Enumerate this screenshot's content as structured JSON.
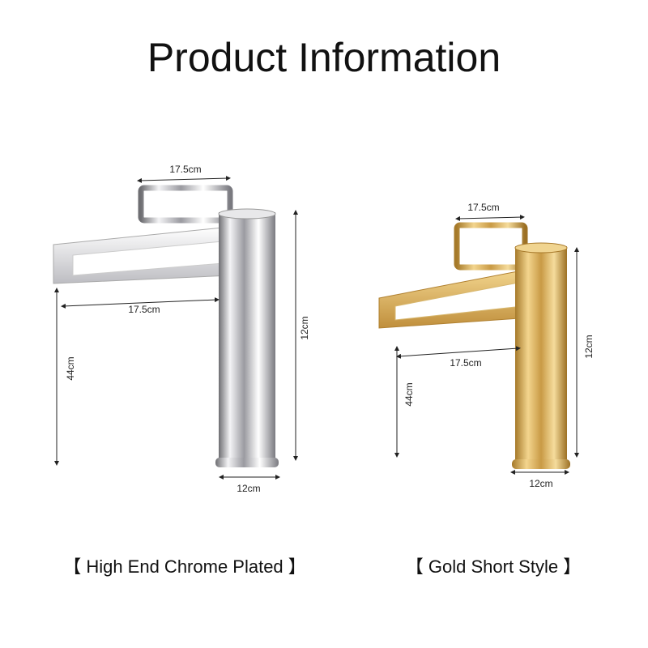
{
  "title": "Product Information",
  "products": [
    {
      "caption": "【 High End Chrome Plated 】",
      "finish_color": "#c8c8cc",
      "dimensions": {
        "handle_width": "17.5cm",
        "spout_length": "17.5cm",
        "total_height": "44cm",
        "body_height": "12cm",
        "base_width": "12cm"
      }
    },
    {
      "caption": "【 Gold Short Style 】",
      "finish_color": "#d4a84a",
      "dimensions": {
        "handle_width": "17.5cm",
        "spout_length": "17.5cm",
        "total_height": "44cm",
        "body_height": "12cm",
        "base_width": "12cm"
      }
    }
  ]
}
